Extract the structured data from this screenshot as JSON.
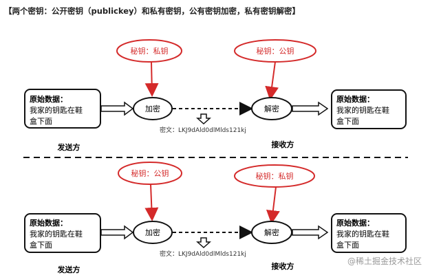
{
  "header": {
    "title": "【两个密钥：公开密钥（publickey）和私有密钥，公有密钥加密，私有密钥解密】"
  },
  "diagrams": [
    {
      "left_key": "秘钥：私钥",
      "right_key": "秘钥：公钥",
      "source_box": {
        "title": "原始数据：",
        "line1": "我家的钥匙在鞋",
        "line2": "盒下面"
      },
      "encrypt_label": "加密",
      "decrypt_label": "解密",
      "cipher_text": "密文：LKJ9dAld0dlMlds121kj",
      "target_box": {
        "title": "原始数据：",
        "line1": "我家的钥匙在鞋",
        "line2": "盒下面"
      },
      "sender_label": "发送方",
      "receiver_label": "接收方"
    },
    {
      "left_key": "秘钥：公钥",
      "right_key": "秘钥：私钥",
      "source_box": {
        "title": "原始数据：",
        "line1": "我家的钥匙在鞋",
        "line2": "盒下面"
      },
      "encrypt_label": "加密",
      "decrypt_label": "解密",
      "cipher_text": "密文：LKJ9dAld0dlMlds121kj",
      "target_box": {
        "title": "原始数据：",
        "line1": "我家的钥匙在鞋",
        "line2": "盒下面"
      },
      "sender_label": "发送方",
      "receiver_label": "接收方"
    }
  ],
  "watermark": "@稀土掘金技术社区",
  "colors": {
    "key_red": "#d42a2a",
    "ink": "#111111"
  }
}
